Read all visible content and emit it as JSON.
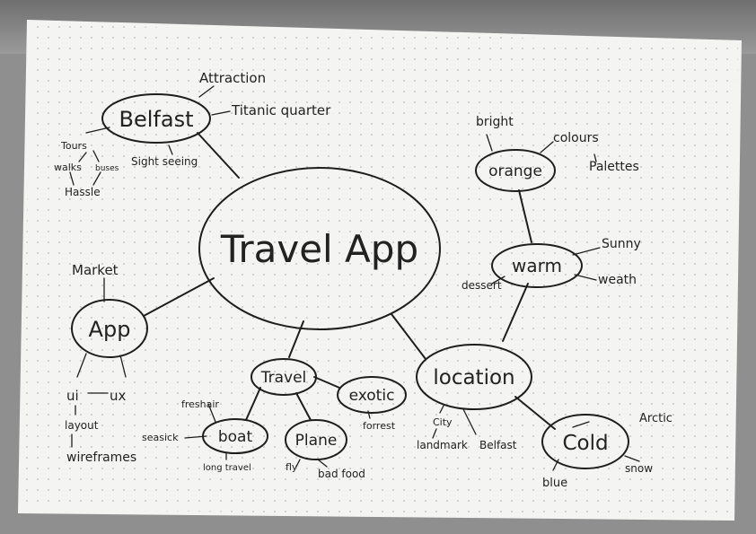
{
  "colors": {
    "paper": "#f4f4f2",
    "ink": "#1e1e1e",
    "dot": "#b9b9b9",
    "background": "#8f8f8f"
  },
  "center": {
    "label": "Travel App"
  },
  "belfast": {
    "label": "Belfast",
    "attraction": "Attraction",
    "titanic": "Titanic quarter",
    "sightseeing": "Sight seeing",
    "tours": "Tours",
    "walks": "walks",
    "buses": "buses",
    "hassle": "Hassle"
  },
  "app": {
    "label": "App",
    "market": "Market",
    "ui": "ui",
    "ux": "ux",
    "layout": "layout",
    "wireframes": "wireframes"
  },
  "travel": {
    "label": "Travel",
    "exotic": "exotic",
    "forrest": "forrest",
    "boat": "boat",
    "freshair": "freshair",
    "seasick": "seasick",
    "longtravel": "long travel",
    "plane": "Plane",
    "fly": "fly",
    "badfood": "bad food"
  },
  "location": {
    "label": "location",
    "city": "City",
    "landmark": "landmark",
    "belfast": "Belfast"
  },
  "cold": {
    "label": "Cold",
    "arctic": "Arctic",
    "snow": "snow",
    "blue": "blue"
  },
  "warm": {
    "label": "warm",
    "sunny": "Sunny",
    "weath": "weath",
    "dessert": "dessert"
  },
  "orange": {
    "label": "orange",
    "bright": "bright",
    "colours": "colours",
    "palettes": "Palettes"
  }
}
